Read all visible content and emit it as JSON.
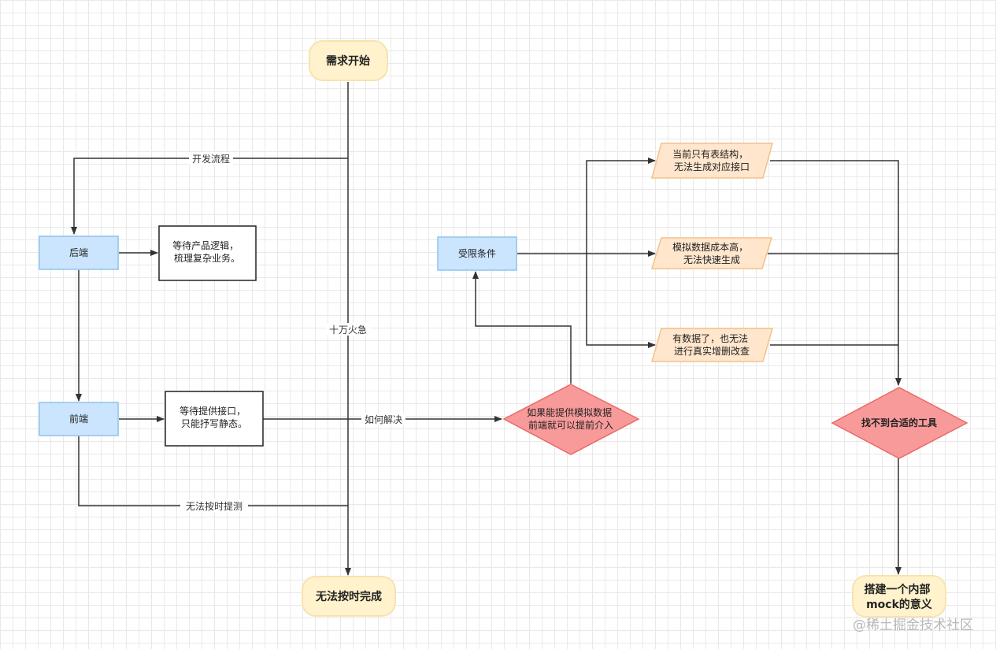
{
  "nodes": {
    "start": "需求开始",
    "backend": "后端",
    "wait_product": [
      "等待产品逻辑，",
      "梳理复杂业务。"
    ],
    "frontend": "前端",
    "wait_api": [
      "等待提供接口，",
      "只能抒写静态。"
    ],
    "end_fail": "无法按时完成",
    "constraints": "受限条件",
    "limit1": [
      "当前只有表结构，",
      "无法生成对应接口"
    ],
    "limit2": [
      "模拟数据成本高，",
      "无法快速生成"
    ],
    "limit3": [
      "有数据了，也无法",
      "进行真实增删改查"
    ],
    "solution": [
      "如果能提供模拟数据",
      "前端就可以提前介入"
    ],
    "no_tool": "找不到合适的工具",
    "build_mock": [
      "搭建一个内部",
      "mock的意义"
    ]
  },
  "edge_labels": {
    "dev_flow": "开发流程",
    "urgent": "十万火急",
    "how_solve": "如何解决",
    "cannot_test": "无法按时提测"
  },
  "watermark": "@稀土掘金技术社区",
  "colors": {
    "terminal_fill": "#fff2cc",
    "terminal_stroke": "#f7e3b0",
    "process_fill": "#cce5ff",
    "process_stroke": "#8fc3ec",
    "limit_fill": "#ffe6cc",
    "limit_stroke": "#f6c08a",
    "decision_fill": "#f89a9a",
    "decision_stroke": "#ea6b66",
    "line": "#333333"
  }
}
